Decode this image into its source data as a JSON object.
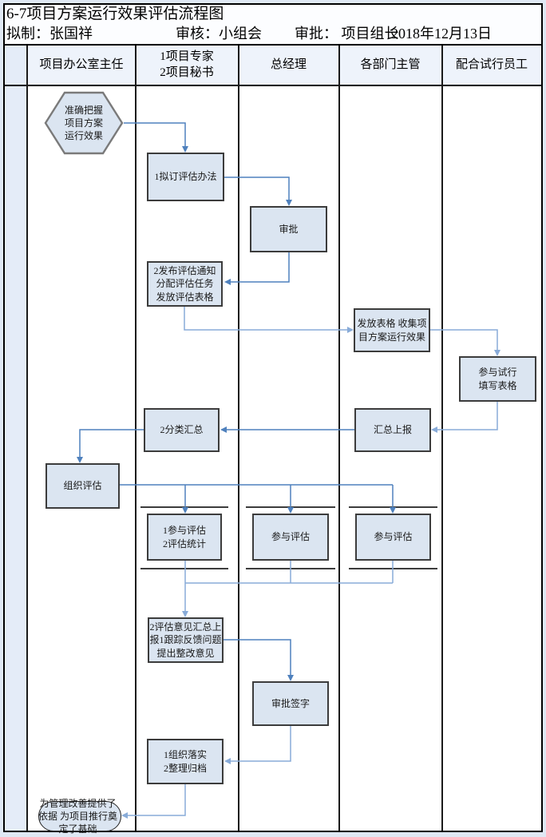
{
  "colors": {
    "page_bg": "#dfe8f4",
    "title_bg": "#fcfdff",
    "header_bg": "#eef3fb",
    "side_band_bg": "#e4ecf8",
    "node_fill": "#dbe5f1",
    "node_border": "#3c3c3c",
    "hexagon_border": "#7a7a7a",
    "arrow_dark": "#4f81bd",
    "arrow_light": "#88abd8",
    "grid_line": "#1a1a1a"
  },
  "title": "6-7项目方案运行效果评估流程图",
  "meta": {
    "drafter": "拟制：张国祥",
    "reviewer": "审核：小组会",
    "approver": "审批： 项目组长",
    "date": "2018年12月13日"
  },
  "lanes": [
    "项目办公室主任",
    "1项目专家\n2项目秘书",
    "总经理",
    "各部门主管",
    "配合试行员工"
  ],
  "nodes": {
    "start": "准确把握\n项目方案\n运行效果",
    "draft_method": "1拟订评估办法",
    "approve": "审批",
    "issue_notice": "2发布评估通知\n分配评估任务\n发放评估表格",
    "distribute_collect": "发放表格  收集项\n目方案运行效果",
    "fill_forms": "参与试行\n填写表格",
    "report_up": "汇总上报",
    "classify": "2分类汇总",
    "organize": "组织评估",
    "participate_expert": "1参与评估\n2评估统计",
    "participate_gm": "参与评估",
    "participate_dept": "参与评估",
    "feedback": "2评估意见汇总上\n报1跟踪反馈问题\n提出整改意见",
    "sign": "审批签字",
    "implement": "1组织落实\n2整理归档",
    "end": "为管理改善提供了\n依据 为项目推行奠\n定了基础"
  }
}
